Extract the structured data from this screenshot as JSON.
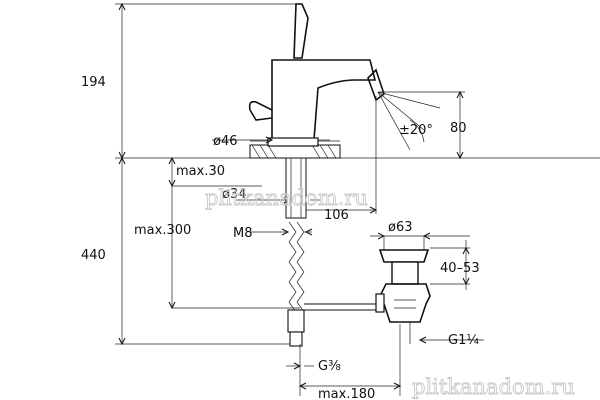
{
  "dimensions": {
    "faucet_height": "194",
    "spout_height": "80",
    "spout_angle": "±20°",
    "base_diameter": "ø46",
    "max_deck": "max.30",
    "hole_diameter": "ø34",
    "spout_reach": "106",
    "max_below": "max.300",
    "thread": "M8",
    "total_height": "440",
    "waste_diameter": "ø63",
    "waste_range": "40–53",
    "waste_thread": "G1¼",
    "supply_thread": "G⅜",
    "max_pullrod": "max.180"
  },
  "watermarks": {
    "center": "plitkanadom.ru",
    "corner": "plitkanadom.ru"
  }
}
